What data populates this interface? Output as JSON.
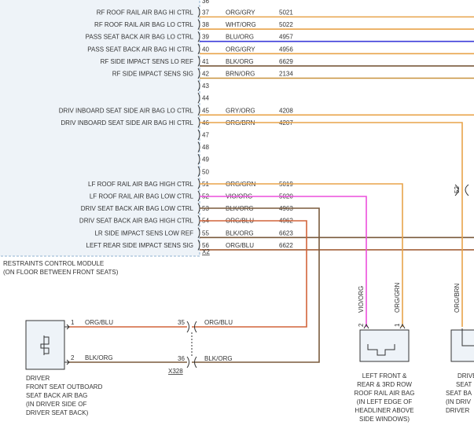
{
  "colors": {
    "orange": "#e8a34a",
    "blue": "#3b3bd9",
    "magenta": "#ec4fdc",
    "brown_orange": "#c8923e",
    "black_orange": "#7a5a3c",
    "brown": "#a3603a",
    "red_orange": "#d2643a",
    "module_fill": "#eef3f8",
    "module_border": "#8fb1cf",
    "text": "#333333"
  },
  "module": {
    "name": "RESTRAINTS CONTROL MODULE",
    "location": "(ON FLOOR BETWEEN FRONT SEATS)",
    "ground_pin": "X2",
    "top_pin": "36",
    "pins": [
      {
        "pin": "37",
        "label": "RF ROOF RAIL AIR BAG HI CTRL",
        "wire": "ORG/GRY",
        "circuit": "5021"
      },
      {
        "pin": "38",
        "label": "RF ROOF RAIL AIR BAG LO CTRL",
        "wire": "WHT/ORG",
        "circuit": "5022"
      },
      {
        "pin": "39",
        "label": "PASS SEAT BACK AIR BAG LO CTRL",
        "wire": "BLU/ORG",
        "circuit": "4957"
      },
      {
        "pin": "40",
        "label": "PASS SEAT BACK AIR BAG HI CTRL",
        "wire": "ORG/GRY",
        "circuit": "4956"
      },
      {
        "pin": "41",
        "label": "RF SIDE IMPACT SENS LO REF",
        "wire": "BLK/ORG",
        "circuit": "6629"
      },
      {
        "pin": "42",
        "label": "RF SIDE IMPACT SENS SIG",
        "wire": "BRN/ORG",
        "circuit": "2134"
      },
      {
        "pin": "43",
        "label": "",
        "wire": "",
        "circuit": ""
      },
      {
        "pin": "44",
        "label": "",
        "wire": "",
        "circuit": ""
      },
      {
        "pin": "45",
        "label": "DRIV INBOARD SEAT SIDE AIR BAG LO CTRL",
        "wire": "GRY/ORG",
        "circuit": "4208"
      },
      {
        "pin": "46",
        "label": "DRIV INBOARD SEAT SIDE AIR BAG HI CTRL",
        "wire": "ORG/BRN",
        "circuit": "4207"
      },
      {
        "pin": "47",
        "label": "",
        "wire": "",
        "circuit": ""
      },
      {
        "pin": "48",
        "label": "",
        "wire": "",
        "circuit": ""
      },
      {
        "pin": "49",
        "label": "",
        "wire": "",
        "circuit": ""
      },
      {
        "pin": "50",
        "label": "",
        "wire": "",
        "circuit": ""
      },
      {
        "pin": "51",
        "label": "LF ROOF RAIL AIR BAG HIGH CTRL",
        "wire": "ORG/GRN",
        "circuit": "5019"
      },
      {
        "pin": "52",
        "label": "LF ROOF RAIL AIR BAG LOW CTRL",
        "wire": "VIO/ORG",
        "circuit": "5020"
      },
      {
        "pin": "53",
        "label": "DRIV SEAT BACK AIR BAG LOW CTRL",
        "wire": "BLK/ORG",
        "circuit": "4963"
      },
      {
        "pin": "54",
        "label": "DRIV SEAT BACK AIR BAG HIGH CTRL",
        "wire": "ORG/BLU",
        "circuit": "4962"
      },
      {
        "pin": "55",
        "label": "LR SIDE IMPACT SENS LOW REF",
        "wire": "BLK/ORG",
        "circuit": "6623"
      },
      {
        "pin": "56",
        "label": "LEFT REAR SIDE IMPACT SENS SIG",
        "wire": "ORG/BLU",
        "circuit": "6622"
      }
    ]
  },
  "inline_connector": {
    "name": "X328",
    "pin_a": "35",
    "pin_b": "36",
    "wire_a": "ORG/BLU",
    "wire_b": "BLK/ORG"
  },
  "right_splice": {
    "pin": "52"
  },
  "driver_component": {
    "pin1": "1",
    "pin2": "2",
    "wire1": "ORG/BLU",
    "wire2": "BLK/ORG",
    "lines": [
      "DRIVER",
      "FRONT SEAT OUTBOARD",
      "SEAT BACK AIR BAG",
      "(IN DRIVER SIDE OF",
      "DRIVER SEAT BACK)"
    ]
  },
  "lf_component": {
    "pin_left": "2",
    "pin_right": "1",
    "wire_left": "VIO/ORG",
    "wire_right": "ORG/GRN",
    "lines": [
      "LEFT FRONT &",
      "REAR & 3RD ROW",
      "ROOF RAIL AIR BAG",
      "(IN LEFT EDGE OF",
      "HEADLINER ABOVE",
      "SIDE WINDOWS)"
    ]
  },
  "right_component": {
    "wire": "ORG/BRN",
    "lines": [
      "DRIVE",
      "SEAT",
      "SEAT BA",
      "(IN DRIV",
      "DRIVER"
    ]
  }
}
